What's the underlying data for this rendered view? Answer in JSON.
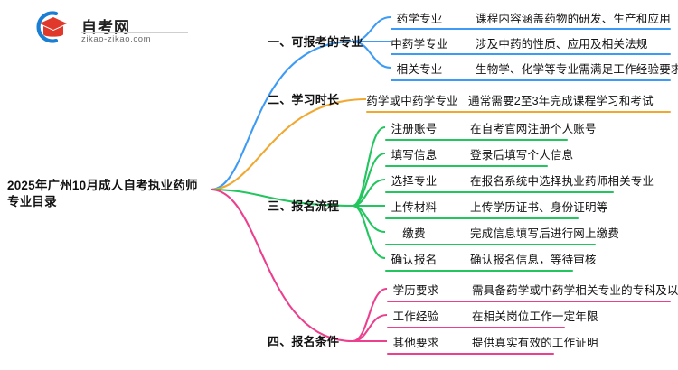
{
  "logo": {
    "name": "自考网",
    "domain": "zikao-zikao.com",
    "mark_arc_color": "#1a7fd4",
    "mark_cap_color": "#e0392b"
  },
  "root": {
    "title": "2025年广州10月成人自考执业药师专业目录"
  },
  "colors": {
    "blue": "#3d9bf5",
    "orange": "#f0a830",
    "green": "#22c55e",
    "pink": "#ec3f8e"
  },
  "branches": [
    {
      "label": "一、可报考的专业",
      "color": "#3d9bf5",
      "items": [
        {
          "key": "药学专业",
          "value": "课程内容涵盖药物的研发、生产和应用"
        },
        {
          "key": "中药学专业",
          "value": "涉及中药的性质、应用及相关法规"
        },
        {
          "key": "相关专业",
          "value": "生物学、化学等专业需满足工作经验要求"
        }
      ]
    },
    {
      "label": "二、学习时长",
      "color": "#f0a830",
      "items": [
        {
          "key": "药学或中药学专业",
          "value": "通常需要2至3年完成课程学习和考试"
        }
      ]
    },
    {
      "label": "三、报名流程",
      "color": "#22c55e",
      "items": [
        {
          "key": "注册账号",
          "value": "在自考官网注册个人账号"
        },
        {
          "key": "填写信息",
          "value": "登录后填写个人信息"
        },
        {
          "key": "选择专业",
          "value": "在报名系统中选择执业药师相关专业"
        },
        {
          "key": "上传材料",
          "value": "上传学历证书、身份证明等"
        },
        {
          "key": "缴费",
          "value": "完成信息填写后进行网上缴费"
        },
        {
          "key": "确认报名",
          "value": "确认报名信息，等待审核"
        }
      ]
    },
    {
      "label": "四、报名条件",
      "color": "#ec3f8e",
      "items": [
        {
          "key": "学历要求",
          "value": "需具备药学或中药学相关专业的专科及以上学历"
        },
        {
          "key": "工作经验",
          "value": "在相关岗位工作一定年限"
        },
        {
          "key": "其他要求",
          "value": "提供真实有效的工作证明"
        }
      ]
    }
  ]
}
